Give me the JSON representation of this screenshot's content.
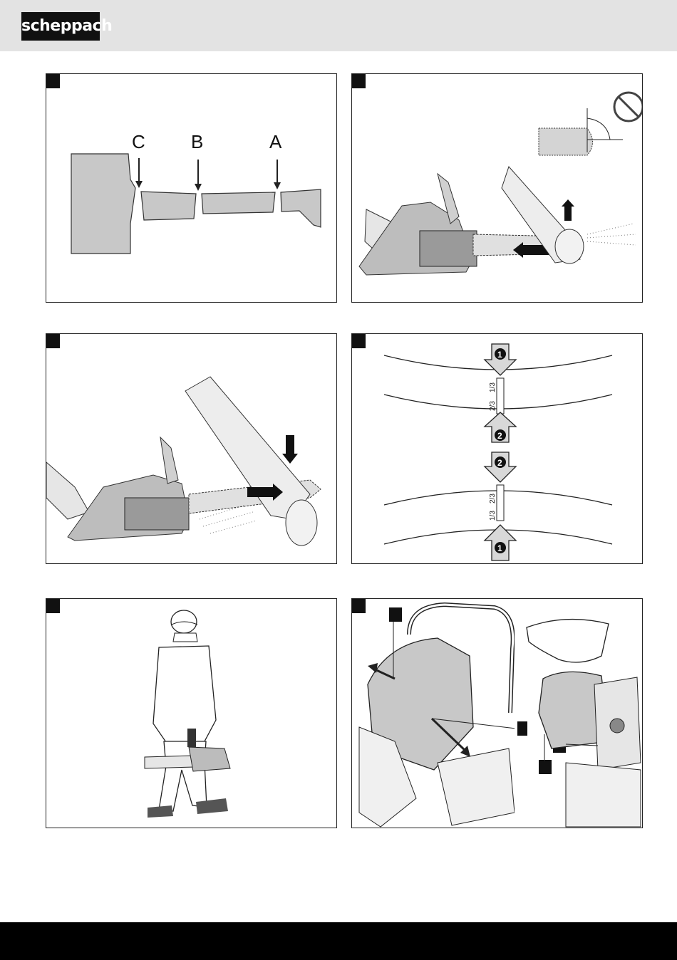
{
  "header": {
    "brand": "scheppach"
  },
  "panels": {
    "p1": {
      "labels": [
        "C",
        "B",
        "A"
      ]
    },
    "p2": {},
    "p3": {},
    "p4": {
      "steps": [
        "1",
        "2",
        "2",
        "1"
      ],
      "fractions_top": [
        "1/3",
        "2/3"
      ],
      "fractions_bottom": [
        "2/3",
        "1/3"
      ]
    },
    "p5": {},
    "p6": {}
  }
}
